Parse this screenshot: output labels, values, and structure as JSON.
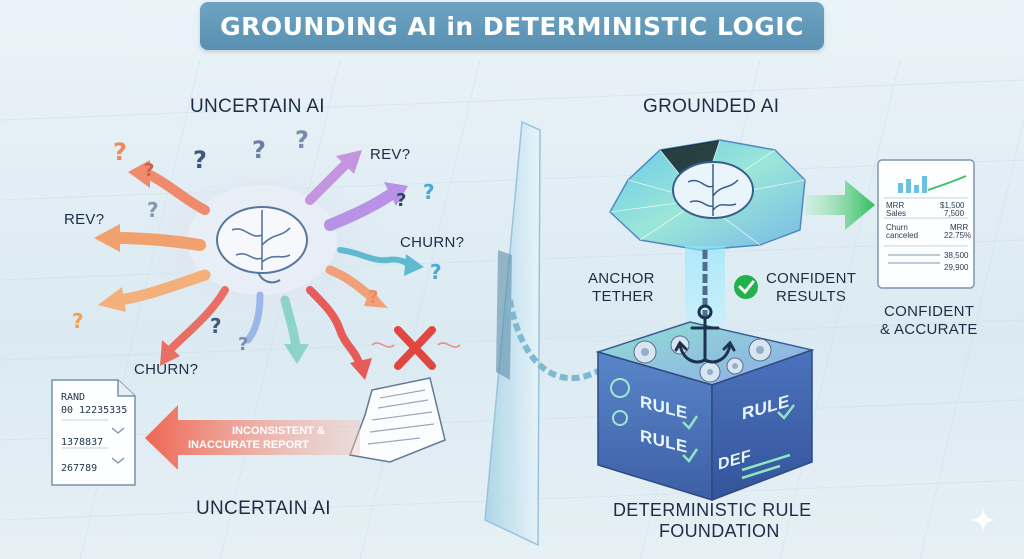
{
  "title": "GROUNDING AI in DETERMINISTIC LOGIC",
  "left": {
    "heading_top": "UNCERTAIN AI",
    "heading_bottom": "UNCERTAIN AI",
    "arrow_labels": [
      "REV?",
      "REV?",
      "CHURN?",
      "CHURN?"
    ],
    "question_mark": "?",
    "report_arrow_label_1": "INCONSISTENT &",
    "report_arrow_label_2": "INACCURATE REPORT",
    "doc_lines": [
      "RAND",
      "00 12235335",
      "1378837",
      "267789"
    ]
  },
  "right": {
    "heading": "GROUNDED AI",
    "anchor_label_1": "ANCHOR",
    "anchor_label_2": "TETHER",
    "confident_label_1": "CONFIDENT",
    "confident_label_2": "RESULTS",
    "output_label_1": "CONFIDENT",
    "output_label_2": "& ACCURATE",
    "foundation_label_1": "DETERMINISTIC RULE",
    "foundation_label_2": "FOUNDATION",
    "cube_labels": [
      "RULE",
      "RULE",
      "RULE",
      "DEF"
    ],
    "report": {
      "rows": [
        {
          "left": "MRR",
          "right": "$1,500"
        },
        {
          "left": "Sales",
          "right": "7,500"
        },
        {
          "left": "Churn",
          "right": "MRR"
        },
        {
          "left": "canceled",
          "right": "22.75%"
        },
        {
          "left": "",
          "right": "38,500"
        },
        {
          "left": "",
          "right": "29,900"
        }
      ]
    }
  },
  "colors": {
    "banner": "#5f97b8",
    "check": "#22b14c",
    "error_x": "#e0473f",
    "arrow_red": "#ee7a62",
    "arrow_green": "#3fc168"
  }
}
